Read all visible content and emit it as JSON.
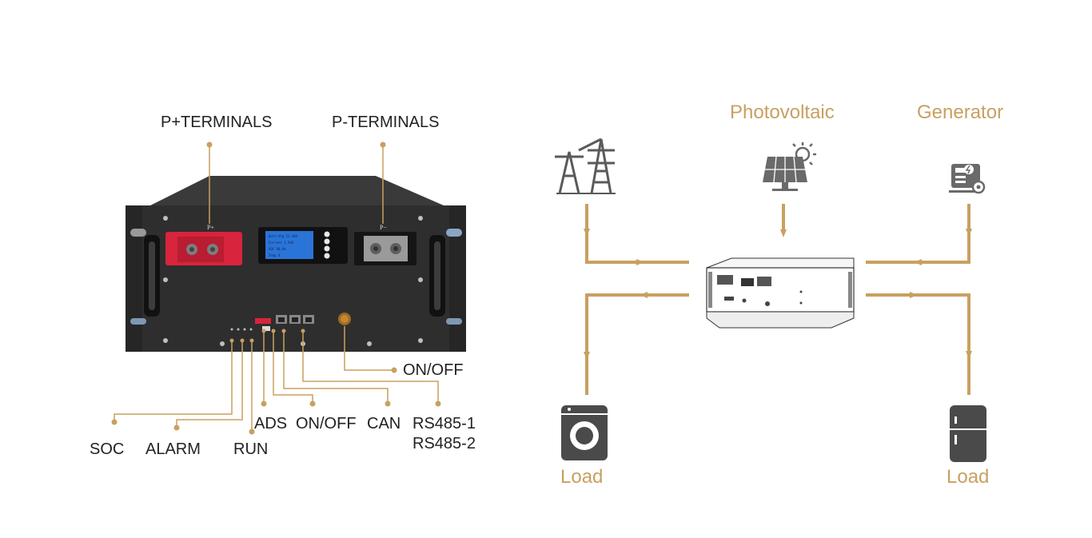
{
  "colors": {
    "gold": "#c9a060",
    "wire": "#c9a060",
    "flow": "#c9a060",
    "icon": "#5a5a5a",
    "chassis": "#2a2a2a",
    "positive_terminal": "#d8243c",
    "lcd": "#2a74d8"
  },
  "battery_labels": {
    "p_plus_terminals": "P+TERMINALS",
    "p_minus_terminals": "P-TERMINALS",
    "soc": "SOC",
    "alarm": "ALARM",
    "run": "RUN",
    "ads": "ADS",
    "on_off_dip": "ON/OFF",
    "can": "CAN",
    "rs485_1": "RS485-1",
    "rs485_2": "RS485-2",
    "on_off_switch": "ON/OFF"
  },
  "flow_labels": {
    "photovoltaic": "Photovoltaic",
    "generator": "Generator",
    "load_left": "Load",
    "load_right": "Load"
  },
  "icons": {
    "grid": "power-tower-icon",
    "photovoltaic": "solar-panel-icon",
    "generator": "generator-icon",
    "load_left": "washing-machine-icon",
    "load_right": "refrigerator-icon"
  }
}
